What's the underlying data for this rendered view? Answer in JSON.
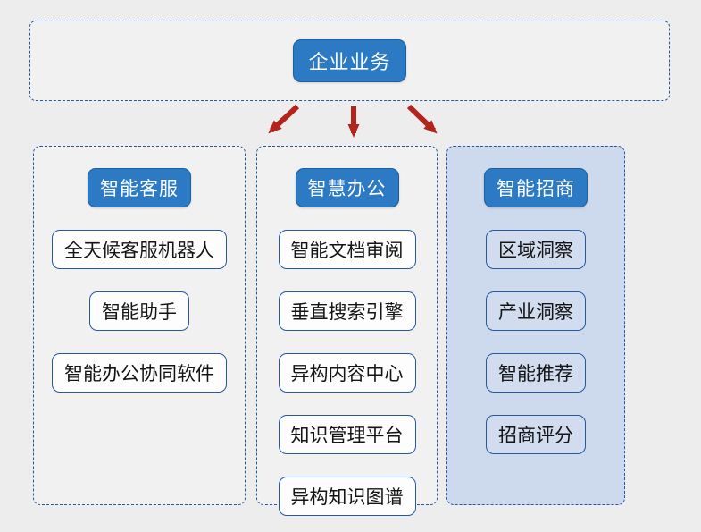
{
  "root": {
    "label": "企业业务"
  },
  "columns": [
    {
      "header": "智能客服",
      "items": [
        "全天候客服机器人",
        "智能助手",
        "智能办公协同软件"
      ]
    },
    {
      "header": "智慧办公",
      "items": [
        "智能文档审阅",
        "垂直搜索引擎",
        "异构内容中心",
        "知识管理平台",
        "异构知识图谱"
      ]
    },
    {
      "header": "智能招商",
      "items": [
        "区域洞察",
        "产业洞察",
        "智能推荐",
        "招商评分"
      ]
    }
  ],
  "colors": {
    "canvas-bg": "#ededed",
    "panel-light": "#f1f1f1",
    "header-fill": "#2b7ac3",
    "header-border": "#1e5fa0",
    "dash-border": "#2458a6",
    "node-border": "#2458a6",
    "panel-fill": "#cdd9ec",
    "panel-node-fill": "#d2dcef",
    "arrow-red": "#b2251c"
  }
}
